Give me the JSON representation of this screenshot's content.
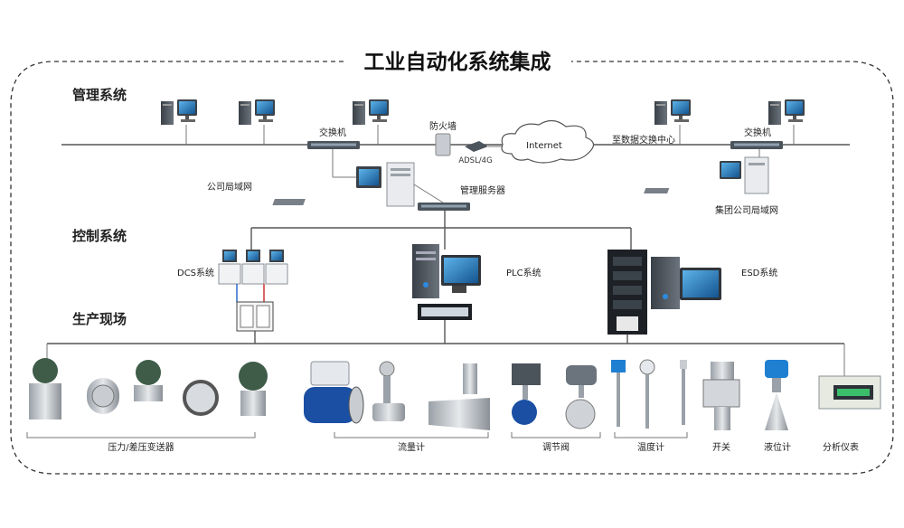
{
  "title": "工业自动化系统集成",
  "sections": {
    "management": "管理系统",
    "control": "控制系统",
    "field": "生产现场"
  },
  "labels": {
    "switch_left": "交换机",
    "firewall": "防火墙",
    "adsl": "ADSL/4G",
    "internet": "Internet",
    "to_data_center": "至数据交换中心",
    "switch_right": "交换机",
    "company_lan": "公司局域网",
    "mgmt_server": "管理服务器",
    "group_lan": "集团公司局域网",
    "dcs": "DCS系统",
    "plc": "PLC系统",
    "esd": "ESD系统"
  },
  "field_groups": {
    "pressure": "压力/差压变送器",
    "flow": "流量计",
    "valve": "调节阀",
    "temperature": "温度计",
    "switch": "开关",
    "level": "液位计",
    "analyzer": "分析仪表"
  },
  "colors": {
    "device_gray": "#5c6670",
    "screen_blue": "#1f6fb0",
    "pipe_blue": "#1a4fa3",
    "transmitter_green": "#3e5c48"
  }
}
